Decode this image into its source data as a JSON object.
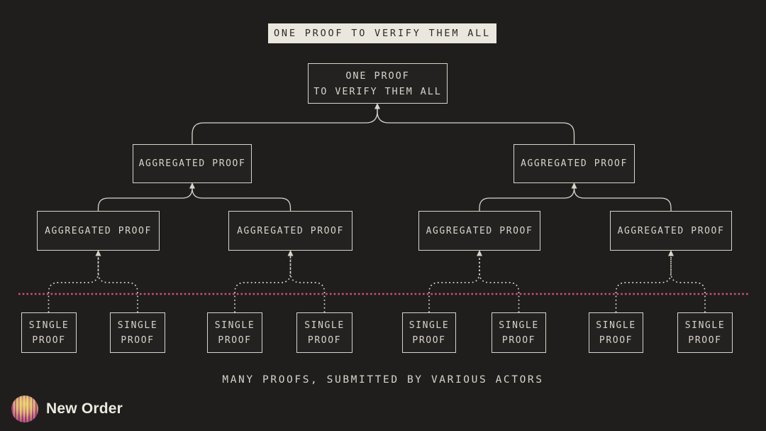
{
  "banner": {
    "text": "ONE PROOF TO VERIFY THEM ALL"
  },
  "tree": {
    "root": {
      "lines": [
        "ONE PROOF",
        "TO VERIFY THEM ALL"
      ]
    },
    "level2": [
      {
        "label": "AGGREGATED PROOF"
      },
      {
        "label": "AGGREGATED PROOF"
      }
    ],
    "level3": [
      {
        "label": "AGGREGATED PROOF"
      },
      {
        "label": "AGGREGATED PROOF"
      },
      {
        "label": "AGGREGATED PROOF"
      },
      {
        "label": "AGGREGATED PROOF"
      }
    ],
    "singles": [
      {
        "lines": [
          "SINGLE",
          "PROOF"
        ]
      },
      {
        "lines": [
          "SINGLE",
          "PROOF"
        ]
      },
      {
        "lines": [
          "SINGLE",
          "PROOF"
        ]
      },
      {
        "lines": [
          "SINGLE",
          "PROOF"
        ]
      },
      {
        "lines": [
          "SINGLE",
          "PROOF"
        ]
      },
      {
        "lines": [
          "SINGLE",
          "PROOF"
        ]
      },
      {
        "lines": [
          "SINGLE",
          "PROOF"
        ]
      },
      {
        "lines": [
          "SINGLE",
          "PROOF"
        ]
      }
    ]
  },
  "caption": "MANY PROOFS, SUBMITTED BY VARIOUS ACTORS",
  "logo": {
    "text": "New Order"
  },
  "colors": {
    "background": "#201e1d",
    "line": "#d8d4ca",
    "node_text": "#d8d4ca",
    "banner_background": "#eae7df",
    "banner_text": "#2b2a27",
    "divider_pink": "#cc5181",
    "logo_magenta": "#b93fa0",
    "logo_yellow": "#e4cf5d",
    "logo_text": "#eceade"
  }
}
